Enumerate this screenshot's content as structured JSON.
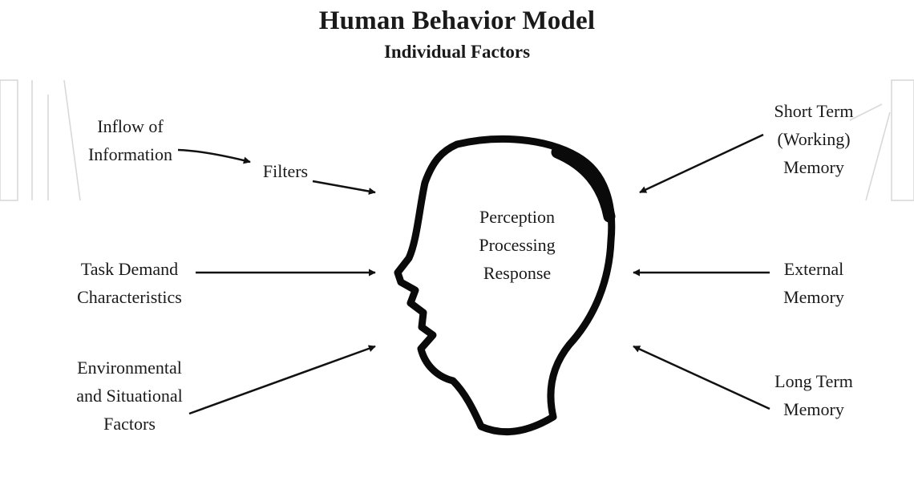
{
  "title": "Human Behavior Model",
  "subtitle": "Individual Factors",
  "head_text": [
    "Perception",
    "Processing",
    "Response"
  ],
  "left_inputs": {
    "inflow": [
      "Inflow of",
      "Information"
    ],
    "filters": "Filters",
    "task": [
      "Task Demand",
      "Characteristics"
    ],
    "environment": [
      "Environmental",
      "and Situational",
      "Factors"
    ]
  },
  "right_inputs": {
    "short_term": [
      "Short Term",
      "(Working)",
      "Memory"
    ],
    "external": [
      "External",
      "Memory"
    ],
    "long_term": [
      "Long Term",
      "Memory"
    ]
  }
}
